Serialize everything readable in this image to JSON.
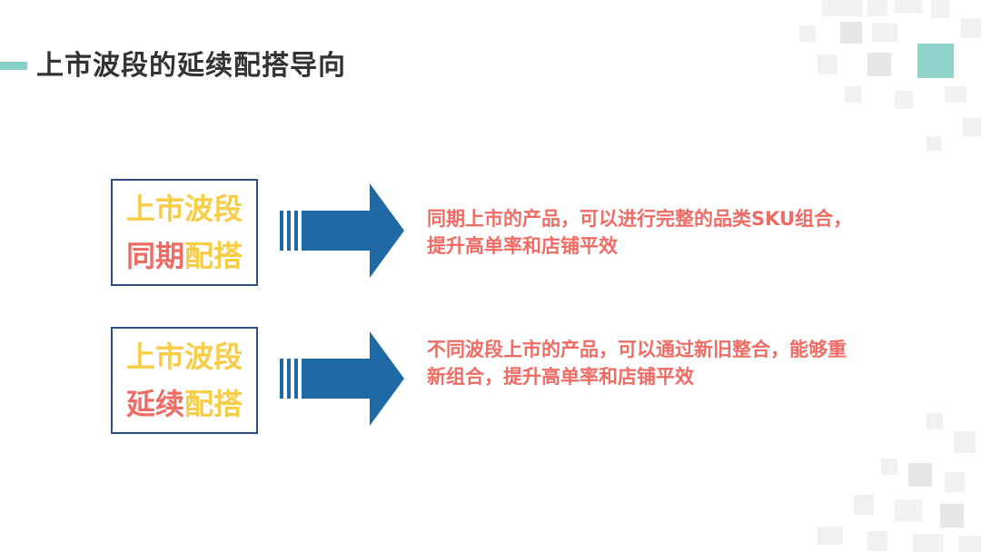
{
  "header": {
    "title": "上市波段的延续配搭导向"
  },
  "rows": [
    {
      "line1": "上市波段",
      "line2_part1": "同期",
      "line2_part2": "配搭",
      "description": "同期上市的产品，可以进行完整的品类SKU组合，提升高单率和店铺平效"
    },
    {
      "line1": "上市波段",
      "line2_part1": "延续",
      "line2_part2": "配搭",
      "description": "不同波段上市的产品，可以通过新旧整合，能够重新组合，提升高单率和店铺平效"
    }
  ],
  "colors": {
    "accent_teal": "#86cfc6",
    "box_border": "#2d4f7d",
    "arrow_blue": "#1f6aa5",
    "text_yellow": "#f7cd46",
    "text_pink": "#ef6c65",
    "title_dark": "#333333"
  }
}
